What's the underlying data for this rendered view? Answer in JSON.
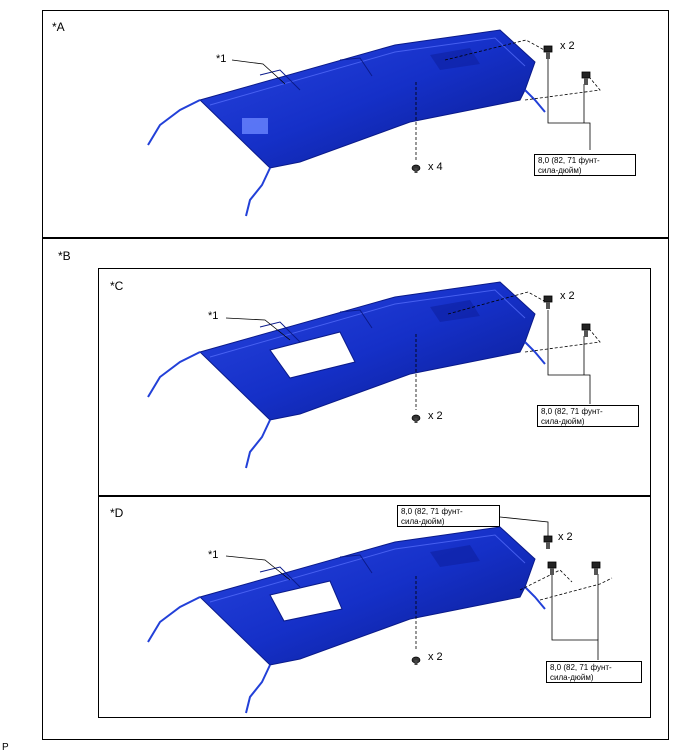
{
  "panel_a": {
    "label": "*A",
    "part_callout": "*1",
    "bolt_qty": "x 2",
    "clip_qty": "x 4",
    "torque_line1": "8,0 (82, 71 фунт-",
    "torque_line2": "сила-дюйм)"
  },
  "panel_b": {
    "label": "*B",
    "panel_c": {
      "label": "*C",
      "part_callout": "*1",
      "bolt_qty": "x 2",
      "clip_qty": "x 2",
      "torque_line1": "8,0 (82, 71 фунт-",
      "torque_line2": "сила-дюйм)"
    },
    "panel_d": {
      "label": "*D",
      "part_callout": "*1",
      "bolt_qty": "x 2",
      "clip_qty": "x 2",
      "torque_top_line1": "8,0 (82, 71 фунт-",
      "torque_top_line2": "сила-дюйм)",
      "torque_bottom_line1": "8,0 (82, 71 фунт-",
      "torque_bottom_line2": "сила-дюйм)"
    }
  },
  "corner_mark": "P",
  "colors": {
    "headliner": "#1530c8",
    "headliner_dark": "#0a1a8a",
    "line": "#000000"
  }
}
